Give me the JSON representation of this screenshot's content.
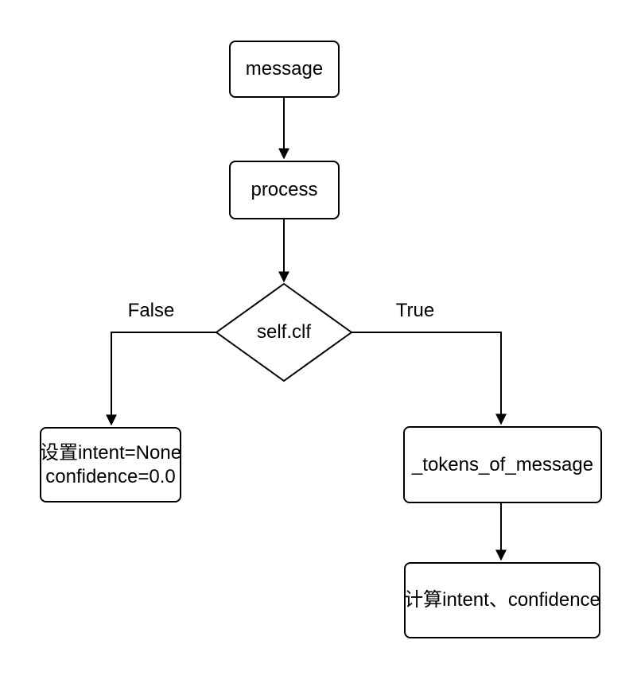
{
  "diagram": {
    "nodes": {
      "message": "message",
      "process": "process",
      "decision": "self.clf",
      "set_intent_line1": "设置intent=None",
      "set_intent_line2": "confidence=0.0",
      "tokens": "_tokens_of_message",
      "compute": "计算intent、confidence"
    },
    "edge_labels": {
      "false": "False",
      "true": "True"
    }
  },
  "colors": {
    "stroke": "#000000",
    "fill": "#ffffff",
    "text": "#000000",
    "background": "#ffffff"
  }
}
